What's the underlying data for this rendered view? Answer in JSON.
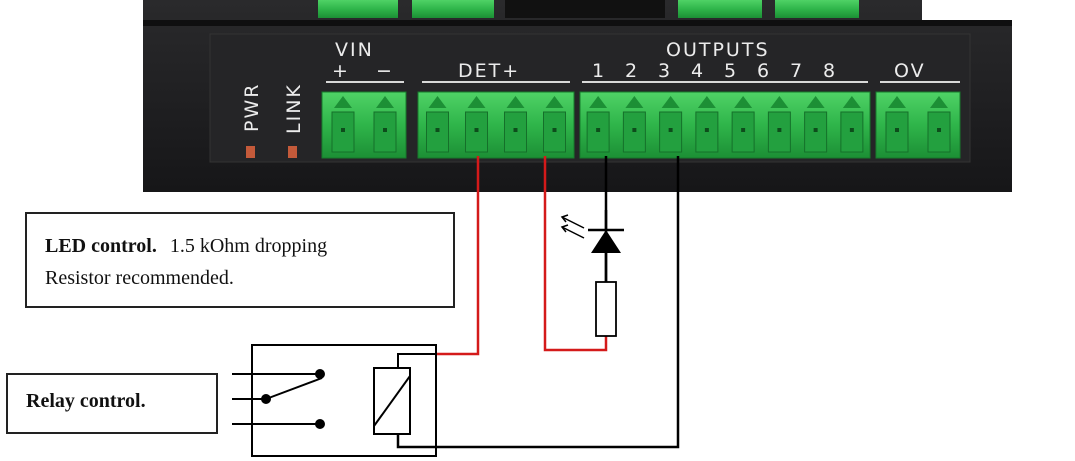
{
  "device": {
    "labels": {
      "vin": "VIN",
      "vin_plus": "+",
      "vin_minus": "−",
      "det": "DET+",
      "outputs": "OUTPUTS",
      "output_numbers": [
        "1",
        "2",
        "3",
        "4",
        "5",
        "6",
        "7",
        "8"
      ],
      "ov": "OV",
      "pwr": "PWR",
      "link": "LINK"
    }
  },
  "notes": {
    "led_title": "LED control.",
    "led_body_line1": "1.5 kOhm dropping",
    "led_body_line2": "Resistor recommended.",
    "relay_title": "Relay control."
  },
  "colors": {
    "device_body": "#1f1f21",
    "terminal_green": "#2fb54a",
    "wire_red": "#d41a1a",
    "wire_black": "#000000"
  }
}
